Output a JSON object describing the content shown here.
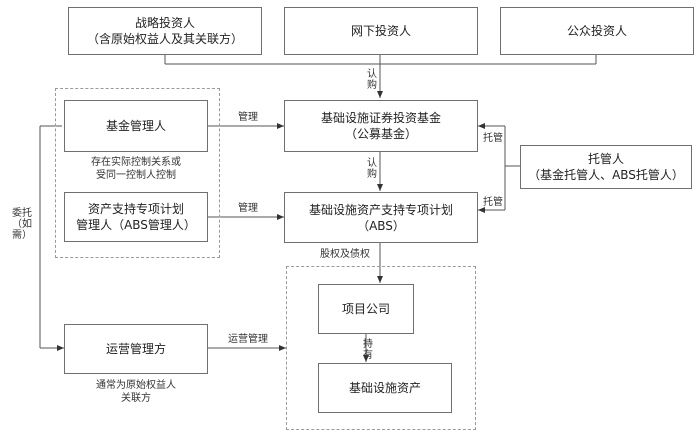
{
  "boxes": {
    "strategic_investor": {
      "line1": "战略投资人",
      "line2": "（含原始权益人及其关联方）"
    },
    "offline_investor": {
      "label": "网下投资人"
    },
    "public_investor": {
      "label": "公众投资人"
    },
    "fund_manager": {
      "label": "基金管理人"
    },
    "infra_fund": {
      "line1": "基础设施证券投资基金",
      "line2": "（公募基金）"
    },
    "custodian": {
      "line1": "托管人",
      "line2": "（基金托管人、ABS托管人）"
    },
    "abs_manager": {
      "line1": "资产支持专项计划",
      "line2": "管理人（ABS管理人）"
    },
    "abs_plan": {
      "line1": "基础设施资产支持专项计划",
      "line2": "（ABS）"
    },
    "project_company": {
      "label": "项目公司"
    },
    "operator": {
      "label": "运营管理方"
    },
    "infra_asset": {
      "label": "基础设施资产"
    }
  },
  "labels": {
    "subscribe_1": "认购",
    "subscribe_2": "认购",
    "manage_1": "管理",
    "manage_2": "管理",
    "custody_1": "托管",
    "custody_2": "托管",
    "equity_debt": "股权及债权",
    "operation_manage": "运营管理",
    "hold": "持有",
    "entrust": "委托（如需）"
  },
  "notes": {
    "control_relation_1": "存在实际控制关系或",
    "control_relation_2": "受同一控制人控制",
    "operator_note_1": "通常为原始权益人",
    "operator_note_2": "关联方"
  }
}
